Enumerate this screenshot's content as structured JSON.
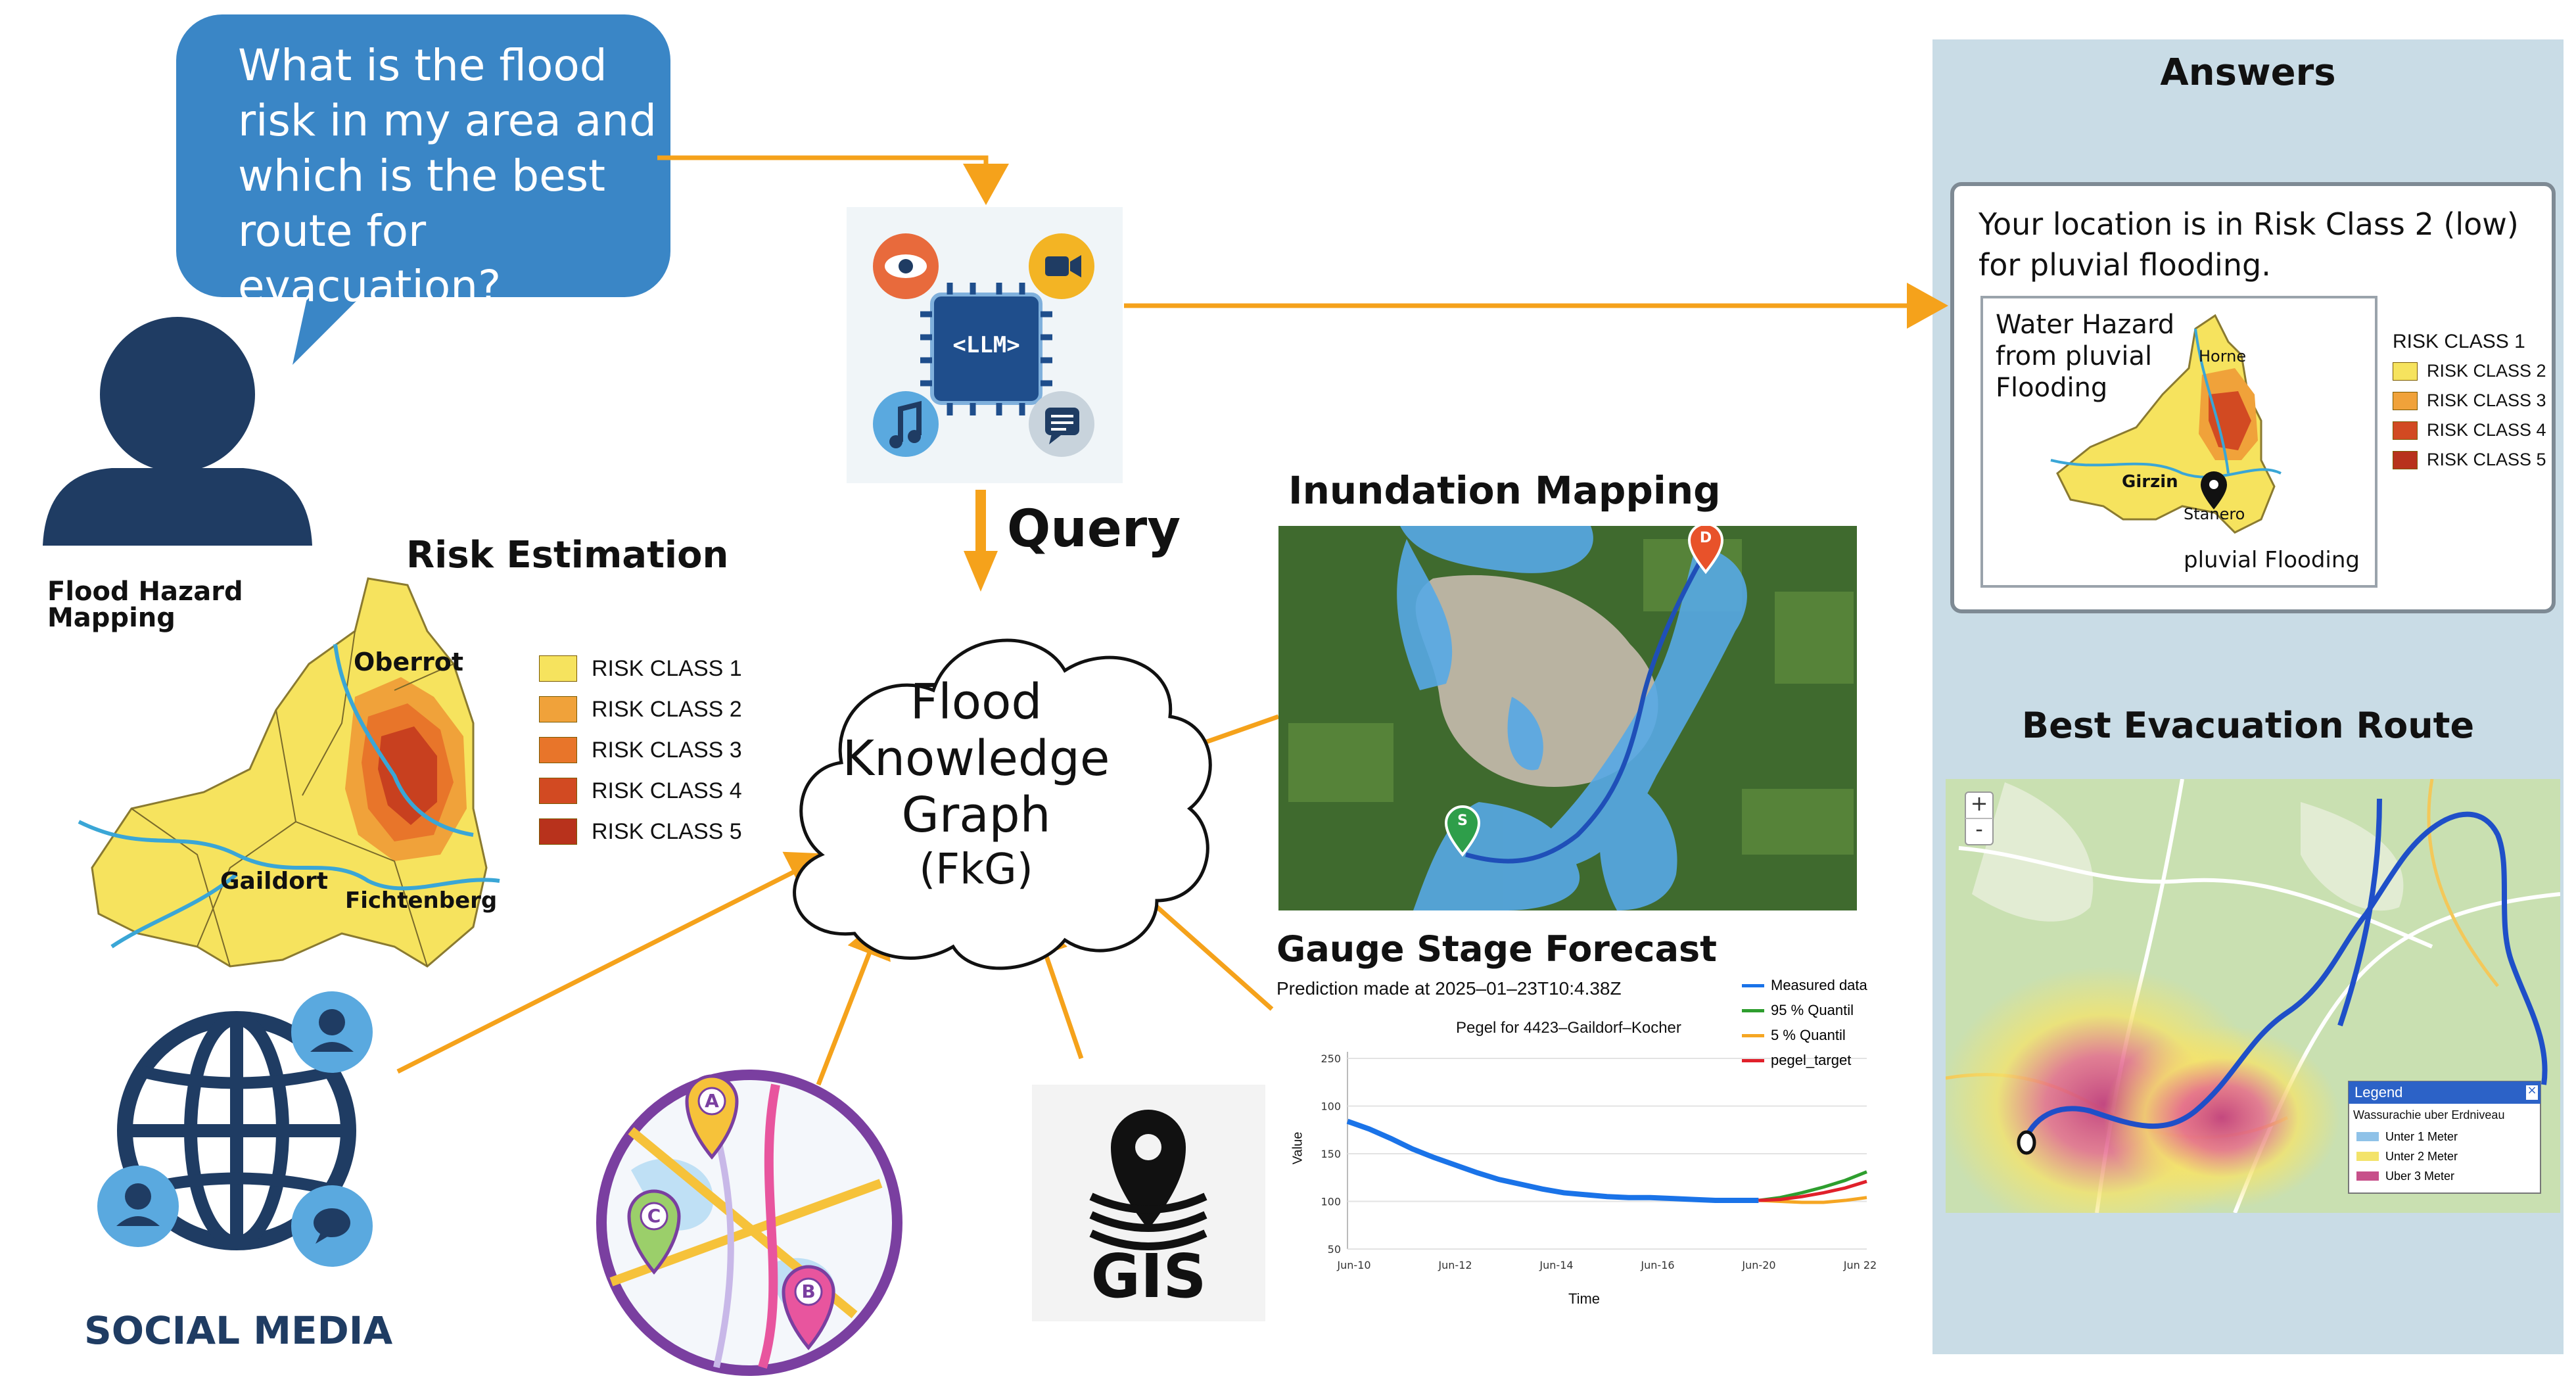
{
  "question": {
    "lines": [
      "What is the flood",
      "risk in my area and",
      "which is the best",
      "route for evacuation?"
    ]
  },
  "llm": {
    "chip_label": "<LLM>"
  },
  "query_label": "Query",
  "fkg": {
    "lines": [
      "Flood",
      "Knowledge",
      "Graph",
      "(FkG)"
    ]
  },
  "risk_estimation": {
    "title": "Risk Estimation",
    "map_label": "Flood Hazard\nMapping",
    "towns": [
      "Oberrot",
      "Gaildort",
      "Fichtenberg"
    ],
    "legend": [
      {
        "label": "RISK CLASS 1",
        "color": "#f6e35e"
      },
      {
        "label": "RISK CLASS 2",
        "color": "#f0a23a"
      },
      {
        "label": "RISK CLASS 3",
        "color": "#e8752a"
      },
      {
        "label": "RISK CLASS 4",
        "color": "#d24a22"
      },
      {
        "label": "RISK CLASS 5",
        "color": "#b8321c"
      }
    ]
  },
  "social_media": {
    "label": "SOCIAL MEDIA"
  },
  "gis": {
    "label": "GIS"
  },
  "navigation": {
    "pins": [
      "A",
      "C",
      "B"
    ]
  },
  "inundation": {
    "title": "Inundation Mapping",
    "start_marker": "S",
    "end_marker": "D"
  },
  "gauge": {
    "title": "Gauge Stage Forecast",
    "subtitle": "Prediction made at 2025–01–23T10:4.38Z",
    "plot_title": "Pegel for 4423–Gaildorf–Kocher",
    "xlabel": "Time",
    "ylabel": "Value",
    "legend": [
      {
        "label": "Measured data",
        "color": "#1a73e8"
      },
      {
        "label": "95 % Quantil",
        "color": "#2e9e2e"
      },
      {
        "label": "5 % Quantil",
        "color": "#f5a623"
      },
      {
        "label": "pegel_target",
        "color": "#e0202a"
      }
    ]
  },
  "chart_data": {
    "type": "line",
    "title": "Pegel for 4423–Gaildorf–Kocher",
    "xlabel": "Time",
    "ylabel": "Value",
    "x_ticks": [
      "Jun-10",
      "Jun-12",
      "Jun-14",
      "Jun-16",
      "Jun-20",
      "Jun 22"
    ],
    "y_ticks": [
      "250",
      "100",
      "150",
      "100",
      "50"
    ],
    "x_range": [
      0,
      12
    ],
    "y_range": [
      50,
      250
    ],
    "series": [
      {
        "name": "Measured data",
        "color": "#1a73e8",
        "x": [
          0,
          0.5,
          1,
          1.5,
          2,
          2.5,
          3,
          3.5,
          4,
          4.5,
          5,
          5.5,
          6,
          6.5,
          7,
          7.5,
          8,
          8.5,
          9,
          9.5
        ],
        "y": [
          184,
          176,
          166,
          155,
          146,
          138,
          130,
          123,
          118,
          113,
          109,
          107,
          105,
          104,
          104,
          103,
          102,
          101,
          101,
          101
        ]
      },
      {
        "name": "95 % Quantil",
        "color": "#2e9e2e",
        "x": [
          9.5,
          10,
          10.5,
          11,
          11.5,
          12
        ],
        "y": [
          101,
          104,
          109,
          115,
          122,
          131
        ]
      },
      {
        "name": "5 % Quantil",
        "color": "#f5a623",
        "x": [
          9.5,
          10,
          10.5,
          11,
          11.5,
          12
        ],
        "y": [
          101,
          100,
          99,
          99,
          101,
          104
        ]
      },
      {
        "name": "pegel_target",
        "color": "#e0202a",
        "x": [
          9.5,
          10,
          10.5,
          11,
          11.5,
          12
        ],
        "y": [
          101,
          102,
          105,
          109,
          114,
          121
        ]
      }
    ]
  },
  "answers": {
    "title": "Answers",
    "text_lines": [
      "Your location is in Risk Class 2 (low)",
      "for pluvial flooding."
    ],
    "inset_title_lines": [
      "Water Hazard",
      "from pluvial",
      "Flooding"
    ],
    "inset_towns": [
      "Horne",
      "Girzin",
      "Stanero"
    ],
    "inset_caption": "pluvial Flooding",
    "legend": [
      {
        "label": "RISK CLASS 1",
        "color": ""
      },
      {
        "label": "RISK CLASS 2",
        "color": "#f6e35e"
      },
      {
        "label": "RISK CLASS 3",
        "color": "#f0a23a"
      },
      {
        "label": "RISK CLASS 4",
        "color": "#d24a22"
      },
      {
        "label": "RISK CLASS 5",
        "color": "#b8321c"
      }
    ]
  },
  "evacuation": {
    "title": "Best Evacuation Route",
    "zoom_in": "+",
    "zoom_out": "-",
    "legend_title": "Legend",
    "legend_subtitle": "Wassurachie uber Erdniveau",
    "legend_items": [
      {
        "label": "Unter 1 Meter",
        "color": "#8fc2e8"
      },
      {
        "label": "Unter 2 Meter",
        "color": "#f3e36a"
      },
      {
        "label": "Uber 3 Meter",
        "color": "#c7508a"
      }
    ]
  },
  "colors": {
    "arrow": "#f5a21b",
    "bubble": "#3a86c6",
    "panel": "#c9dce6",
    "user": "#1f3c63"
  }
}
